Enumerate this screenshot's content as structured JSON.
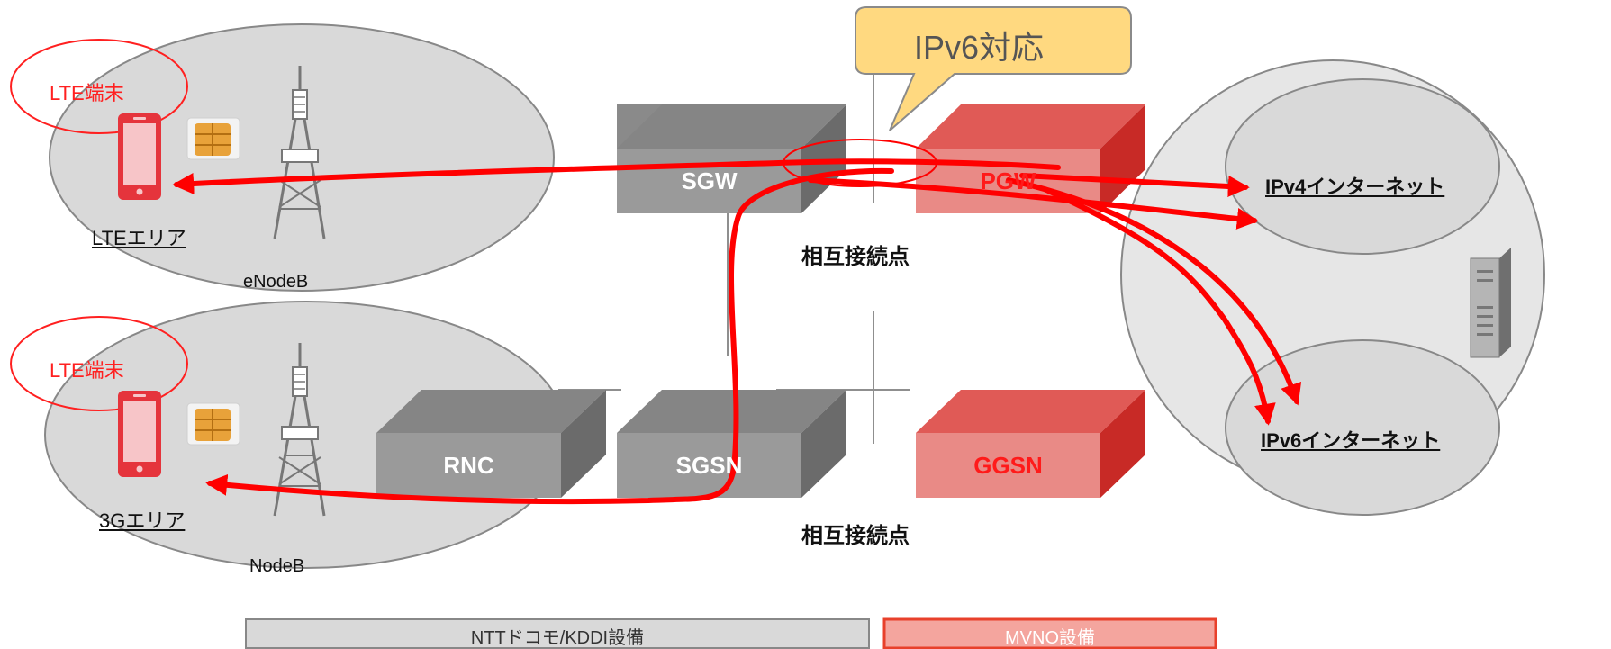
{
  "callout": {
    "text": "IPv6対応"
  },
  "lte_area": {
    "terminal_label": "LTE端末",
    "area_label": "LTEエリア",
    "base_station": "eNodeB"
  },
  "threeg_area": {
    "terminal_label": "LTE端末",
    "area_label": "3Gエリア",
    "base_station": "NodeB"
  },
  "equipment": {
    "sgw": "SGW",
    "pgw": "PGW",
    "rnc": "RNC",
    "sgsn": "SGSN",
    "ggsn": "GGSN"
  },
  "interconnect": {
    "upper": "相互接続点",
    "lower": "相互接続点"
  },
  "internet": {
    "ipv4": "IPv4インターネット",
    "ipv6": "IPv6インターネット"
  },
  "legend": {
    "carrier": "NTTドコモ/KDDI設備",
    "mvno": "MVNO設備"
  },
  "colors": {
    "carrier_box": "#9a9a9a",
    "mvno_box": "#e98a86",
    "route": "#ff0000",
    "area_fill": "#d9d9d9"
  }
}
